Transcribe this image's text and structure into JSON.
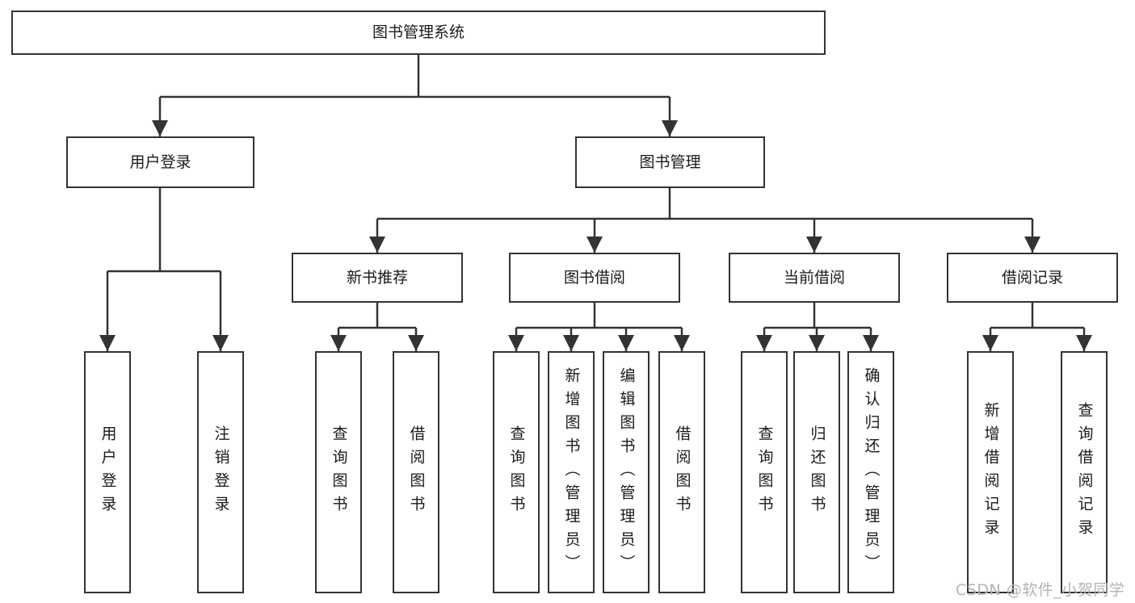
{
  "colors": {
    "line": "#333333",
    "box_border": "#333333",
    "text": "#1a1a1a",
    "watermark": "#b3b3b3",
    "background": "#ffffff"
  },
  "tree": {
    "root": {
      "label": "图书管理系统"
    },
    "branches": [
      {
        "label": "用户登录",
        "children": [
          {
            "label": "用户登录"
          },
          {
            "label": "注销登录"
          }
        ]
      },
      {
        "label": "图书管理",
        "children": [
          {
            "label": "新书推荐",
            "children": [
              {
                "label": "查询图书"
              },
              {
                "label": "借阅图书"
              }
            ]
          },
          {
            "label": "图书借阅",
            "children": [
              {
                "label": "查询图书"
              },
              {
                "label": "新增图书（管理员）"
              },
              {
                "label": "编辑图书（管理员）"
              },
              {
                "label": "借阅图书"
              }
            ]
          },
          {
            "label": "当前借阅",
            "children": [
              {
                "label": "查询图书"
              },
              {
                "label": "归还图书"
              },
              {
                "label": "确认归还（管理员）"
              }
            ]
          },
          {
            "label": "借阅记录",
            "children": [
              {
                "label": "新增借阅记录"
              },
              {
                "label": "查询借阅记录"
              }
            ]
          }
        ]
      }
    ]
  },
  "watermark": {
    "text": "CSDN @软件_小贺同学"
  }
}
